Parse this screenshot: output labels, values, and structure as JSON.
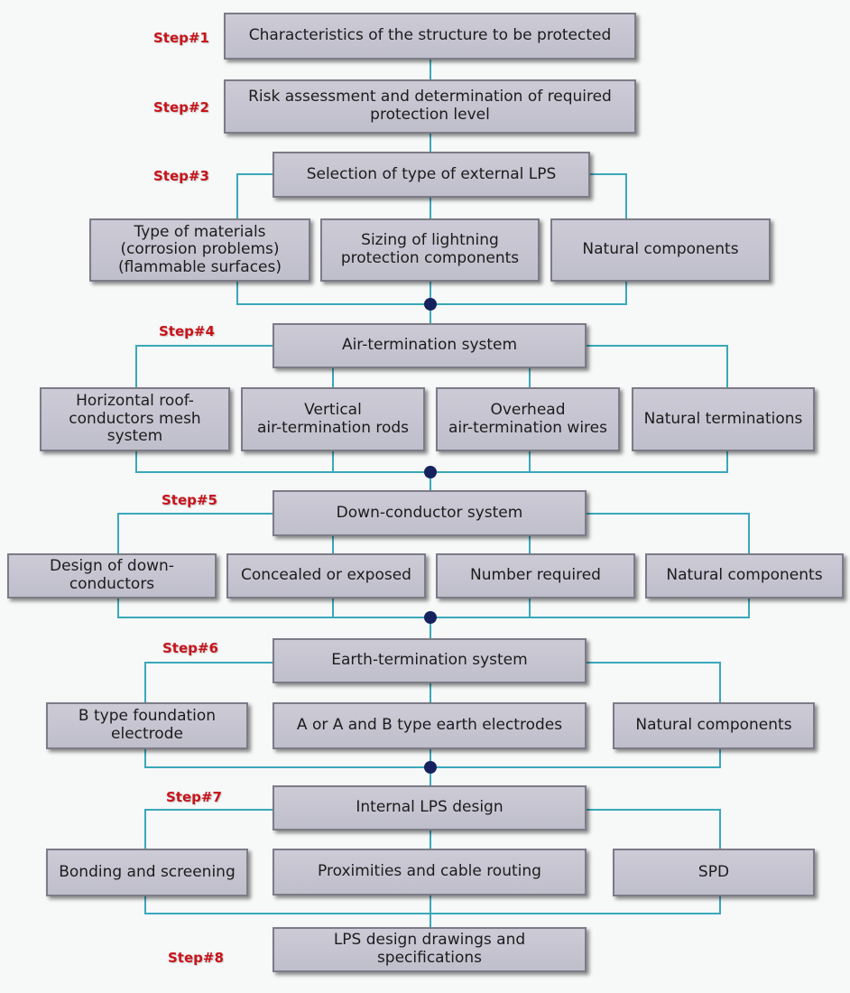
{
  "colors": {
    "line": "#3aa8ba",
    "dot": "#16225e",
    "step_label": "#c8141b",
    "box_fill": "#c6c5d1",
    "box_border": "#7c7b87"
  },
  "steps": [
    "Step#1",
    "Step#2",
    "Step#3",
    "Step#4",
    "Step#5",
    "Step#6",
    "Step#7",
    "Step#8"
  ],
  "boxes": {
    "characteristics": "Characteristics of the structure to be protected",
    "risk": "Risk assessment and determination of required\nprotection level",
    "selection": "Selection of type of external LPS",
    "materials": "Type of materials\n(corrosion problems)\n(flammable surfaces)",
    "sizing": "Sizing of lightning\nprotection components",
    "natural_components_3": "Natural components",
    "air_termination": "Air-termination system",
    "horizontal": "Horizontal roof-\nconductors mesh system",
    "vertical": "Vertical\nair-termination rods",
    "overhead": "Overhead\nair-termination wires",
    "natural_terminations": "Natural terminations",
    "down_conductor": "Down-conductor system",
    "design_down": "Design of down-conductors",
    "concealed": "Concealed or exposed",
    "number_required": "Number required",
    "natural_components_5": "Natural components",
    "earth_termination": "Earth-termination system",
    "b_type": "B type foundation electrode",
    "a_or_ab": "A or A and B type earth electrodes",
    "natural_components_6": "Natural components",
    "internal_lps": "Internal LPS design",
    "bonding": "Bonding and screening",
    "proximities": "Proximities and cable routing",
    "spd": "SPD",
    "lps_drawings": "LPS design drawings and specifications"
  }
}
